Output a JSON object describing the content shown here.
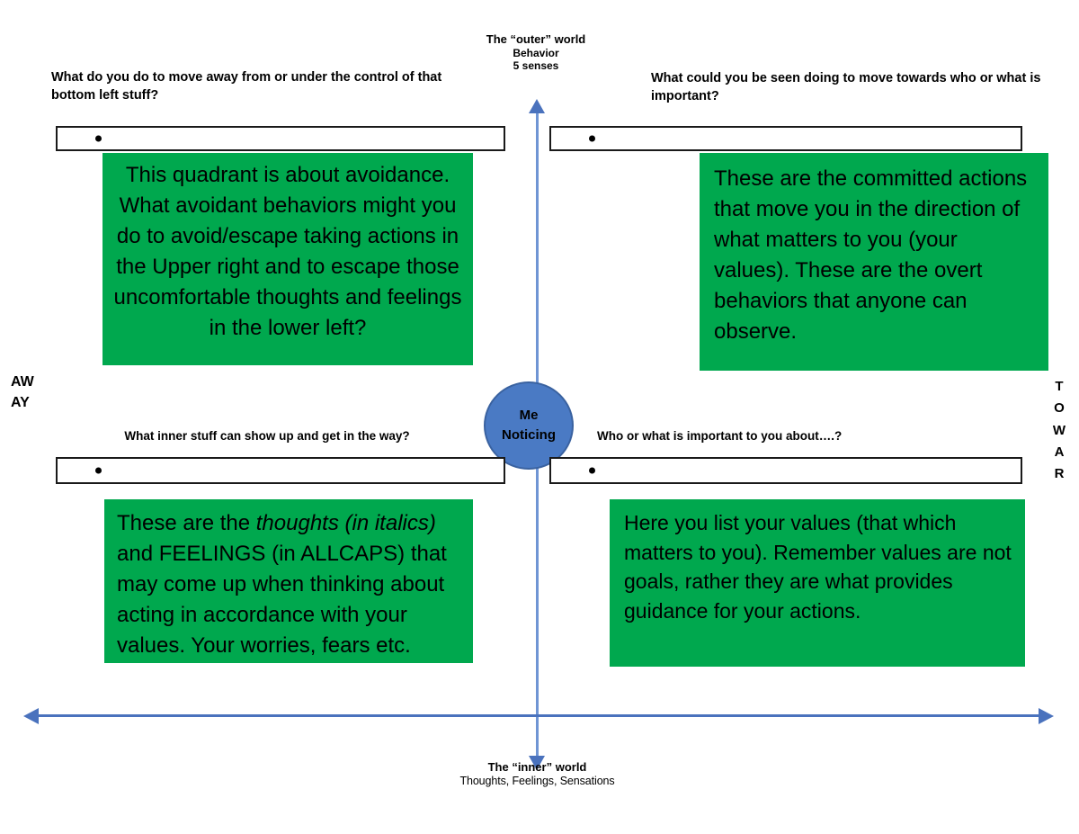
{
  "axes": {
    "top_caption": {
      "line1": "The “outer” world",
      "line2": "Behavior",
      "line3": "5 senses"
    },
    "bottom_caption": {
      "line1": "The “inner” world",
      "line2": "Thoughts, Feelings, Sensations"
    },
    "left_label": "AWAY",
    "left_label_line1": "AW",
    "left_label_line2": "AY",
    "right_label": "TOWAR",
    "right_letters": [
      "T",
      "O",
      "W",
      "A",
      "R"
    ],
    "line_color": "#4a72bd",
    "vertical_line_color": "#6f95d4"
  },
  "center": {
    "line1": "Me",
    "line2": "Noticing",
    "fill_color": "#4a7ac4",
    "border_color": "#3a62a0"
  },
  "quadrants": {
    "upper_left": {
      "prompt": "What do you do to move away from or under the control of that bottom left stuff?",
      "entry_placeholder": "",
      "bullet": "•",
      "explanation": "This quadrant is about avoidance. What avoidant behaviors might you do to avoid/escape taking actions in the Upper right and to escape those uncomfortable thoughts and feelings in the lower left?",
      "box_color": "#00A84E"
    },
    "upper_right": {
      "prompt": "What could you be seen doing to move towards who or what is important?",
      "entry_placeholder": "",
      "bullet": "•",
      "explanation": "These are the committed actions that move you in the direction of what matters to you (your values).  These are the overt behaviors that anyone can observe.",
      "box_color": "#00A84E"
    },
    "lower_left": {
      "prompt": "What inner stuff can show up and get in the way?",
      "entry_placeholder": "",
      "bullet": "•",
      "explanation_part1": "These are the ",
      "explanation_italic": "thoughts (in italics)",
      "explanation_part2": " and FEELINGS (in ALLCAPS) that may come up when thinking about acting in accordance with your values. Your worries, fears etc.",
      "box_color": "#00A84E"
    },
    "lower_right": {
      "prompt": "Who or what is important to you about….?",
      "entry_placeholder": "",
      "bullet": "•",
      "explanation": "Here you list your values (that which matters to you). Remember values are not goals, rather they are what provides guidance for your actions.",
      "box_color": "#00A84E"
    }
  }
}
